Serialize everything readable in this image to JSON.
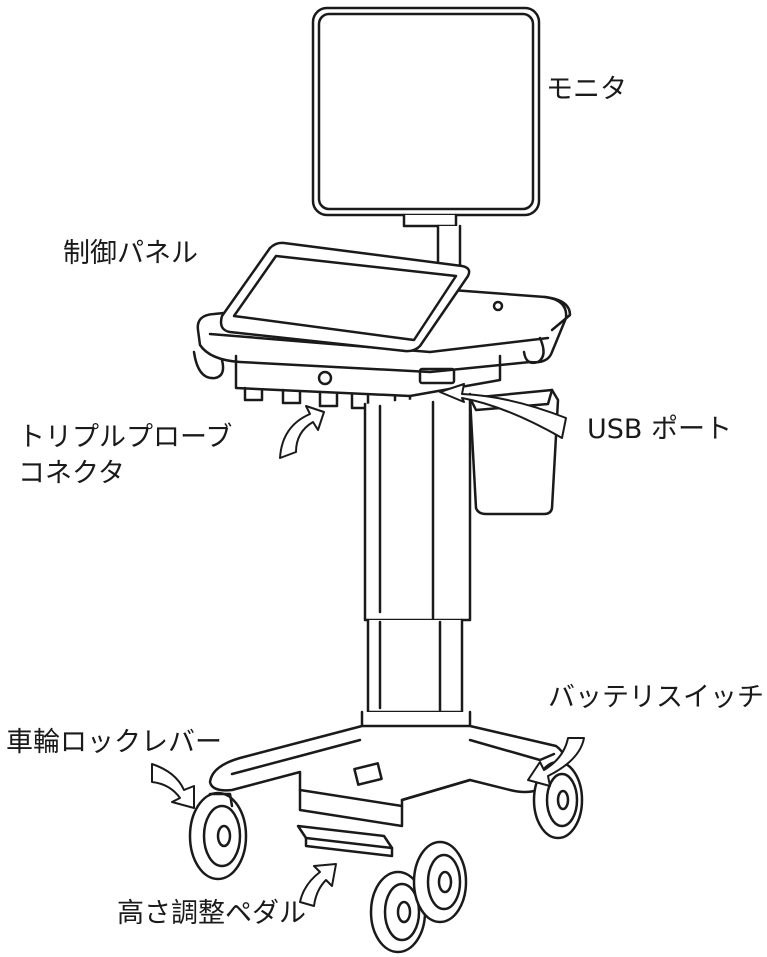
{
  "labels": {
    "monitor": "モニタ",
    "control_panel": "制御パネル",
    "probe_connector": "トリプルプローブ\nコネクタ",
    "usb_port": "USB ポート",
    "battery_switch": "バッテリスイッチ",
    "wheel_lock_lever": "車輪ロックレバー",
    "height_pedal": "高さ調整ペダル"
  }
}
